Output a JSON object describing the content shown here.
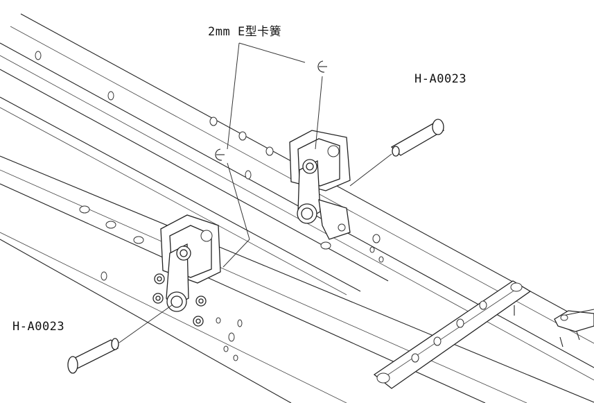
{
  "labels": {
    "e_clip": "2mm E型卡簧",
    "pin_right": "H-A0023",
    "pin_left": "H-A0023"
  },
  "icons": {
    "e_clip_upper": "e-clip-icon",
    "e_clip_lower": "e-clip-icon",
    "pin_right": "pin-icon",
    "pin_left": "pin-icon"
  }
}
